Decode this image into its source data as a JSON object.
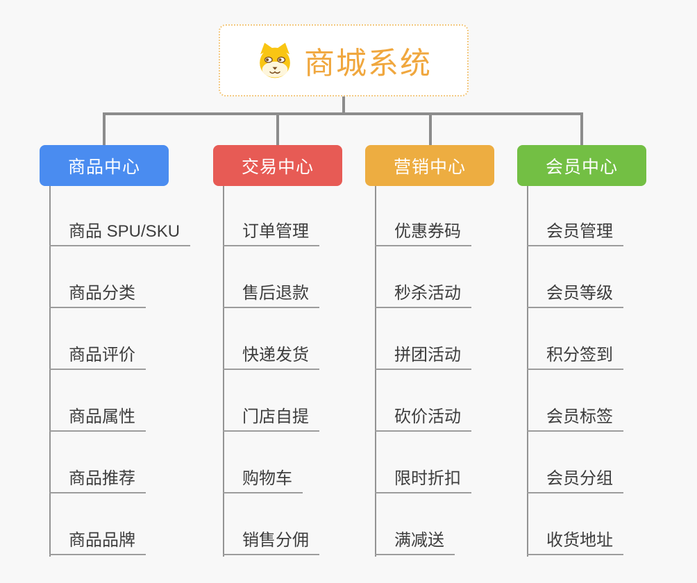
{
  "root": {
    "title": "商城系统",
    "icon": "dog-face-icon"
  },
  "palette": {
    "background": "#F8F8F8",
    "connector": "#8C8C8C",
    "trunk_line": "#939393",
    "leaf_underline": "#9C9C9C",
    "leaf_text": "#3D3D3D",
    "root_text": "#F0A73E",
    "root_border": "#F3C87F"
  },
  "branches": [
    {
      "id": "product-center",
      "label": "商品中心",
      "color": "#4A8CF0",
      "children": [
        "商品 SPU/SKU",
        "商品分类",
        "商品评价",
        "商品属性",
        "商品推荐",
        "商品品牌"
      ]
    },
    {
      "id": "trade-center",
      "label": "交易中心",
      "color": "#E75B55",
      "children": [
        "订单管理",
        "售后退款",
        "快递发货",
        "门店自提",
        "购物车",
        "销售分佣"
      ]
    },
    {
      "id": "marketing-center",
      "label": "营销中心",
      "color": "#EDAD41",
      "children": [
        "优惠券码",
        "秒杀活动",
        "拼团活动",
        "砍价活动",
        "限时折扣",
        "满减送"
      ]
    },
    {
      "id": "member-center",
      "label": "会员中心",
      "color": "#73BF44",
      "children": [
        "会员管理",
        "会员等级",
        "积分签到",
        "会员标签",
        "会员分组",
        "收货地址"
      ]
    }
  ]
}
